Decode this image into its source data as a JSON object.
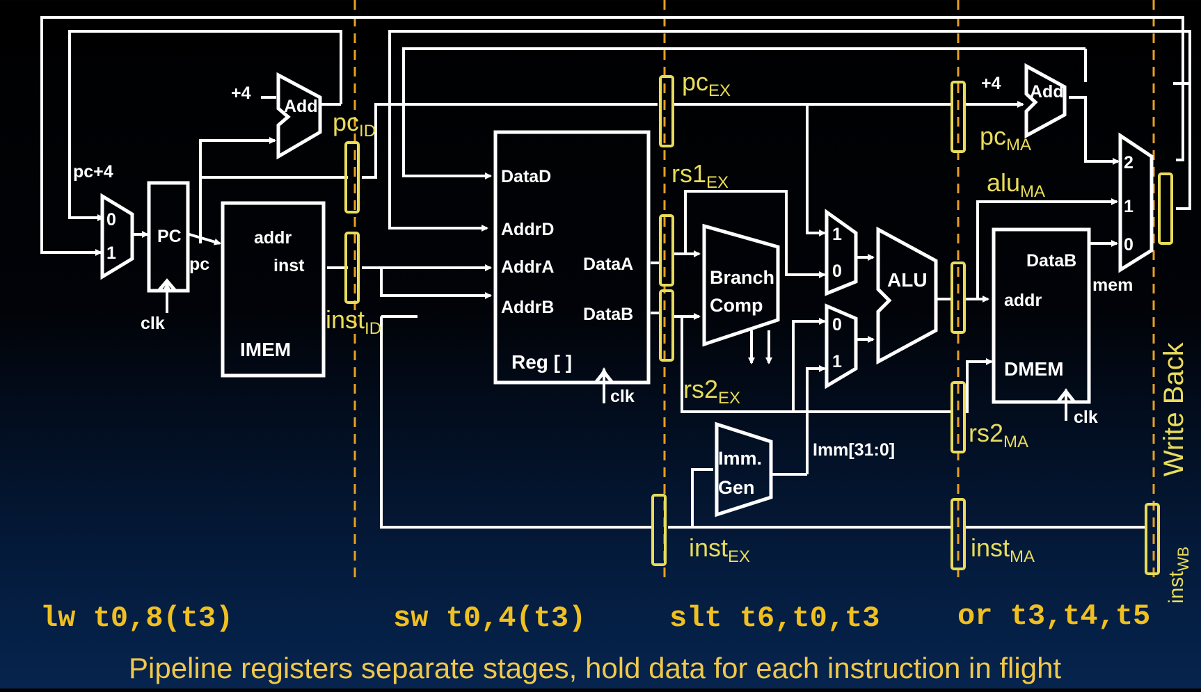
{
  "components": {
    "pc": "PC",
    "pc_out": "pc",
    "pc_plus4": "pc+4",
    "clk": "clk",
    "plus4": "+4",
    "add": "Add",
    "imem_addr": "addr",
    "imem_inst": "inst",
    "imem": "IMEM",
    "reg_datad": "DataD",
    "reg_addrd": "AddrD",
    "reg_addra": "AddrA",
    "reg_addrb": "AddrB",
    "reg_dataa": "DataA",
    "reg_datab": "DataB",
    "reg_title": "Reg [ ]",
    "branch1": "Branch",
    "branch2": "Comp",
    "imm1": "Imm.",
    "imm2": "Gen",
    "imm_bus": "Imm[31:0]",
    "alu": "ALU",
    "dmem_datab": "DataB",
    "dmem_addr": "addr",
    "dmem": "DMEM",
    "mem": "mem",
    "mux0": "0",
    "mux1": "1",
    "mux2": "2"
  },
  "pipeline_labels": {
    "pc": "pc",
    "inst": "inst",
    "rs1": "rs1",
    "rs2": "rs2",
    "alu": "alu",
    "sub_id": "ID",
    "sub_ex": "EX",
    "sub_ma": "MA",
    "sub_wb": "WB"
  },
  "stage_label": "Write Back",
  "instructions": [
    "lw t0,8(t3)",
    "sw t0,4(t3)",
    "slt t6,t0,t3",
    "or t3,t4,t5"
  ],
  "caption": "Pipeline registers separate stages, hold data for each instruction in flight",
  "colors": {
    "wire": "#ffffff",
    "pipe_reg": "#e8dc5a",
    "divider": "#e8a020",
    "instr": "#f0c020",
    "caption": "#f0c84a"
  }
}
